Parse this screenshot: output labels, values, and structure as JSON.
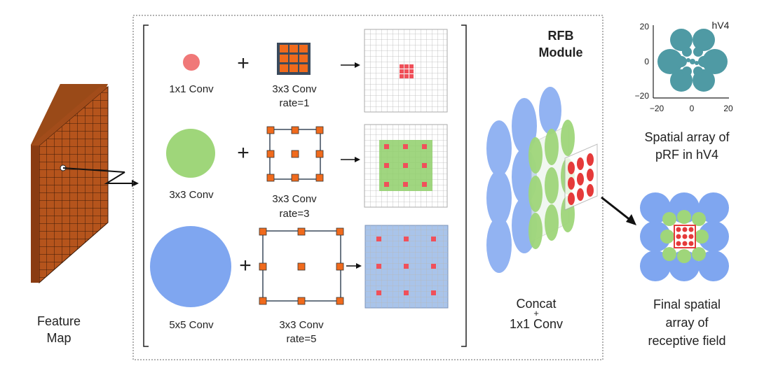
{
  "feature_map": {
    "label_line1": "Feature",
    "label_line2": "Map"
  },
  "branches": [
    {
      "kernel_label": "1x1 Conv",
      "dilated_label": "3x3 Conv",
      "rate_label": "rate=1"
    },
    {
      "kernel_label": "3x3 Conv",
      "dilated_label": "3x3 Conv",
      "rate_label": "rate=3"
    },
    {
      "kernel_label": "5x5 Conv",
      "dilated_label": "3x3 Conv",
      "rate_label": "rate=5"
    }
  ],
  "operators": {
    "plus": "+",
    "arrow": "→"
  },
  "rfb": {
    "title_line1": "RFB",
    "title_line2": "Module",
    "concat_line1": "Concat",
    "concat_plus": "+",
    "concat_line2": "1x1 Conv"
  },
  "hv4_plot": {
    "series_label": "hV4",
    "y_ticks": [
      "20",
      "0",
      "−20"
    ],
    "x_ticks": [
      "−20",
      "0",
      "20"
    ],
    "caption_line1": "Spatial array of",
    "caption_line2": "pRF in hV4"
  },
  "final": {
    "caption_line1": "Final spatial",
    "caption_line2": "array of",
    "caption_line3": "receptive field"
  },
  "colors": {
    "brick": "#b5541c",
    "mortar": "#3a1a08",
    "pink": "#f07878",
    "green": "#9fd67a",
    "blue": "#7fa6f0",
    "orange": "#f06a1c",
    "teal": "#4f9aa4",
    "red": "#e53a3a"
  }
}
